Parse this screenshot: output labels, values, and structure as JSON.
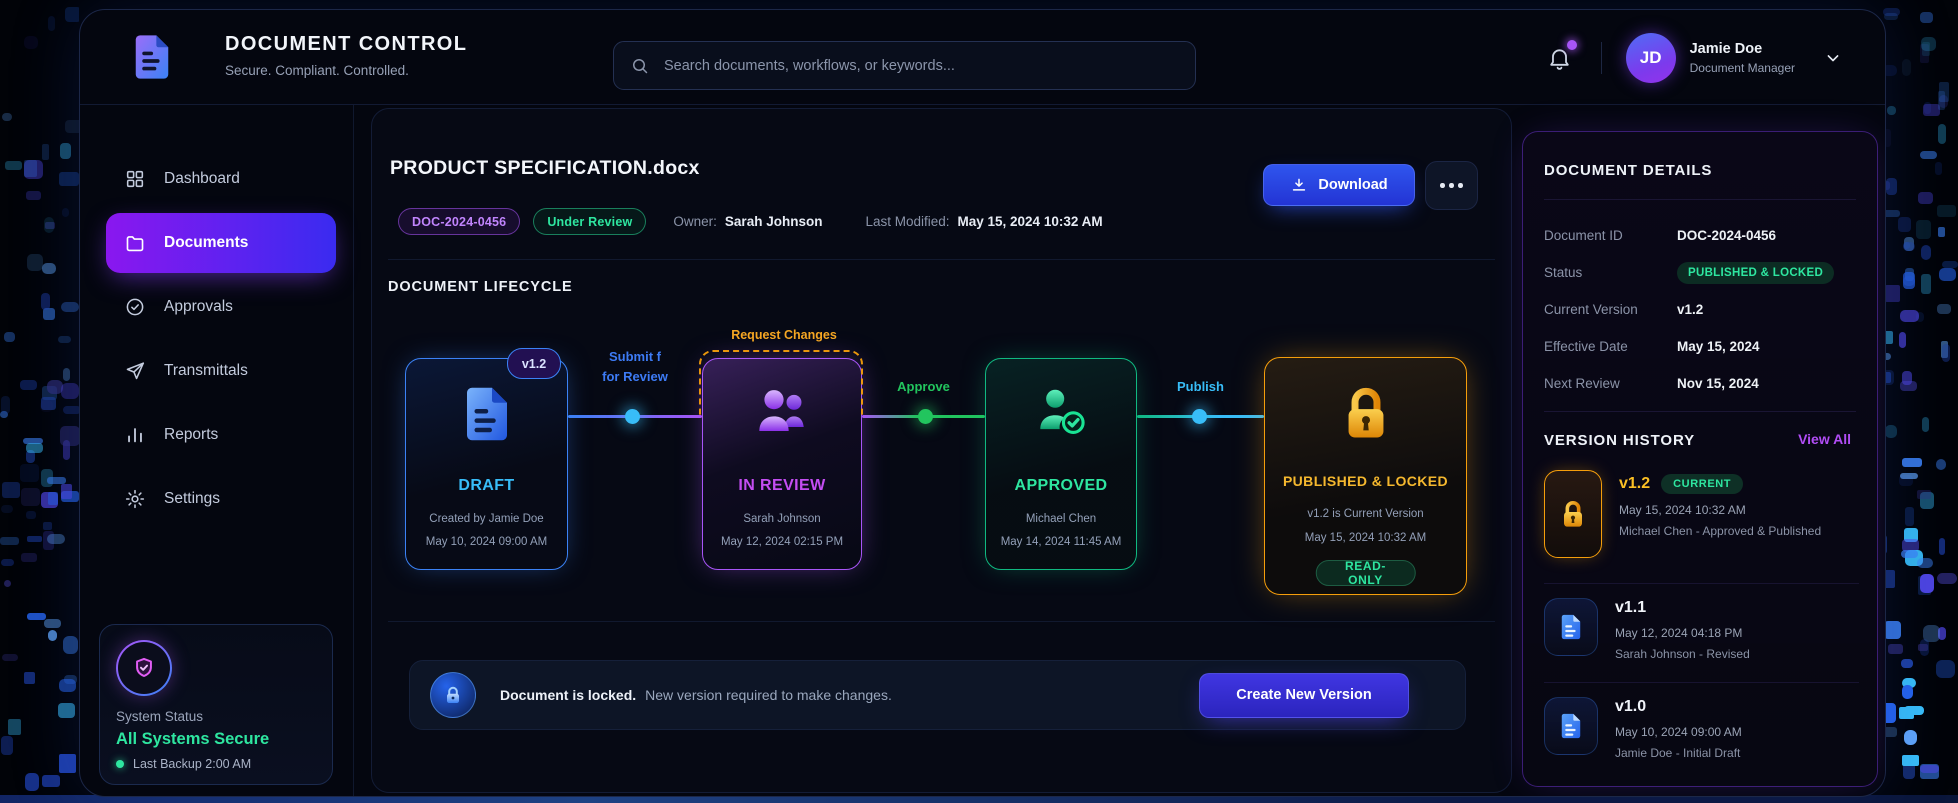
{
  "header": {
    "app_title": "DOCUMENT CONTROL",
    "app_subtitle": "Secure. Compliant. Controlled.",
    "search_placeholder": "Search documents, workflows, or keywords...",
    "user": {
      "initials": "JD",
      "name": "Jamie Doe",
      "role": "Document Manager"
    }
  },
  "sidebar": {
    "items": [
      {
        "label": "Dashboard"
      },
      {
        "label": "Documents"
      },
      {
        "label": "Approvals"
      },
      {
        "label": "Transmittals"
      },
      {
        "label": "Reports"
      },
      {
        "label": "Settings"
      }
    ],
    "system_status": {
      "title": "System Status",
      "status": "All Systems Secure",
      "backup": "Last Backup 2:00 AM"
    }
  },
  "document": {
    "title": "PRODUCT SPECIFICATION.docx",
    "id_badge": "DOC-2024-0456",
    "status_badge": "Under Review",
    "owner_label": "Owner:",
    "owner": "Sarah Johnson",
    "modified_label": "Last Modified:",
    "modified": "May 15, 2024 10:32 AM",
    "download_label": "Download"
  },
  "lifecycle": {
    "heading": "DOCUMENT LIFECYCLE",
    "stages": [
      {
        "title": "DRAFT",
        "line1": "Created by Jamie Doe",
        "line2": "May 10, 2024 09:00 AM",
        "version_badge": "v1.2"
      },
      {
        "title": "IN REVIEW",
        "line1": "Sarah Johnson",
        "line2": "May 12, 2024 02:15 PM",
        "annotation": "Request Changes"
      },
      {
        "title": "APPROVED",
        "line1": "Michael Chen",
        "line2": "May 14, 2024 11:45 AM"
      },
      {
        "title": "PUBLISHED & LOCKED",
        "line1": "v1.2 is Current Version",
        "line2": "May 15, 2024 10:32 AM",
        "read_only_badge": "READ-ONLY"
      }
    ],
    "connectors": [
      {
        "line1": "Submit f",
        "line2": "for Review"
      },
      {
        "line1": "Approve"
      },
      {
        "line1": "Publish"
      }
    ]
  },
  "locked_banner": {
    "strong": "Document is locked.",
    "text": "New version required to make changes.",
    "button": "Create New Version"
  },
  "details": {
    "heading": "DOCUMENT DETAILS",
    "rows": [
      {
        "label": "Document ID",
        "value": "DOC-2024-0456"
      },
      {
        "label": "Status",
        "value": "PUBLISHED & LOCKED"
      },
      {
        "label": "Current Version",
        "value": "v1.2"
      },
      {
        "label": "Effective Date",
        "value": "May 15, 2024"
      },
      {
        "label": "Next Review",
        "value": "Nov 15, 2024"
      }
    ]
  },
  "version_history": {
    "heading": "VERSION HISTORY",
    "view_all": "View All",
    "items": [
      {
        "version": "v1.2",
        "badge": "CURRENT",
        "date": "May 15, 2024 10:32 AM",
        "author": "Michael Chen - Approved & Published"
      },
      {
        "version": "v1.1",
        "date": "May 12, 2024 04:18 PM",
        "author": "Sarah Johnson - Revised"
      },
      {
        "version": "v1.0",
        "date": "May 10, 2024 09:00 AM",
        "author": "Jamie Doe - Initial Draft"
      }
    ]
  },
  "colors": {
    "accent_purple": "#a855f7",
    "accent_blue": "#3b82f6",
    "accent_cyan": "#38bdf8",
    "accent_green": "#2ee6a0",
    "accent_amber": "#f5b320"
  }
}
